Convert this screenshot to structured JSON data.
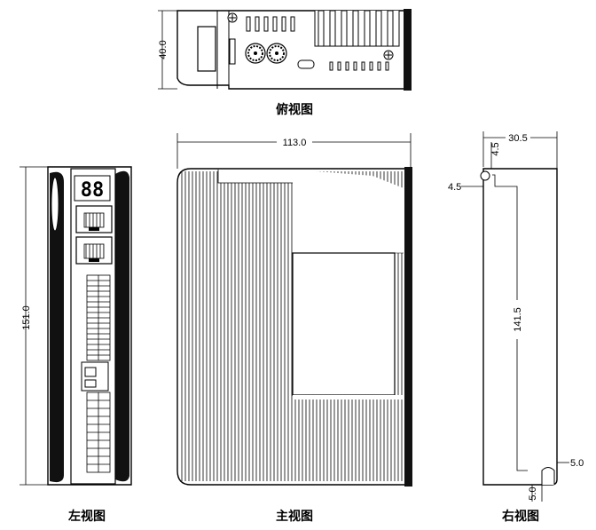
{
  "views": {
    "top": {
      "title": "俯视图",
      "dim_height": "40.0"
    },
    "left": {
      "title": "左视图",
      "dim_height": "151.0",
      "display_digits": "88"
    },
    "front": {
      "title": "主视图",
      "dim_width": "113.0"
    },
    "right": {
      "title": "右视图",
      "dim_width": "30.5",
      "dim_hole_top": "4.5",
      "dim_hole_side": "4.5",
      "dim_hole_span": "141.5",
      "dim_slot_side": "5.0",
      "dim_slot_bottom": "5.0"
    }
  }
}
